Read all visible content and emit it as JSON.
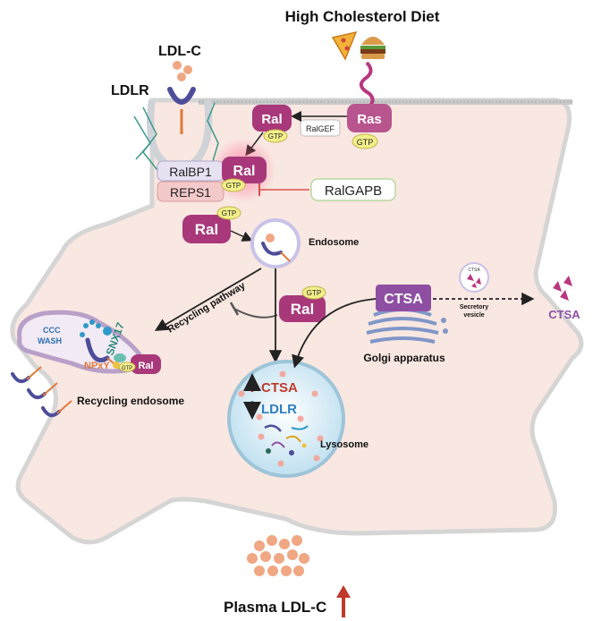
{
  "title": "High Cholesterol Diet",
  "labels": {
    "ldl_c": "LDL-C",
    "ldlr": "LDLR",
    "ral": "Ral",
    "gtp": "GTP",
    "ras": "Ras",
    "ralgef": "RalGEF",
    "ralbp1": "RalBP1",
    "reps1": "REPS1",
    "ralgapb": "RalGAPB",
    "endosome": "Endosome",
    "recycling_pathway": "Recycling pathway",
    "ccc": "CCC",
    "wash": "WASH",
    "snx17": "SNX17",
    "npxy": "NPxY",
    "recycling_endosome": "Recycling endosome",
    "ctsa": "CTSA",
    "golgi": "Golgi apparatus",
    "secretory_vesicle_1": "Secretory",
    "secretory_vesicle_2": "vesicle",
    "vesicle_ctsa": "CTSA",
    "lysosome": "Lysosome",
    "lyso_ctsa": "CTSA",
    "lyso_ldlr": "LDLR",
    "plasma_ldl": "Plasma LDL-C"
  },
  "colors": {
    "cell": "#f9e7e1",
    "membrane": "#d5d5d5",
    "ral": "#a8387a",
    "ras": "#b8558f",
    "gtp": "#f2ef8a",
    "ldlr": "#4d4d99",
    "ldl": "#f0a783",
    "ctsa": "#8e4fa3",
    "increase": "#c0392b",
    "decrease": "#2f7fc1",
    "inhibit": "#d9534f"
  }
}
